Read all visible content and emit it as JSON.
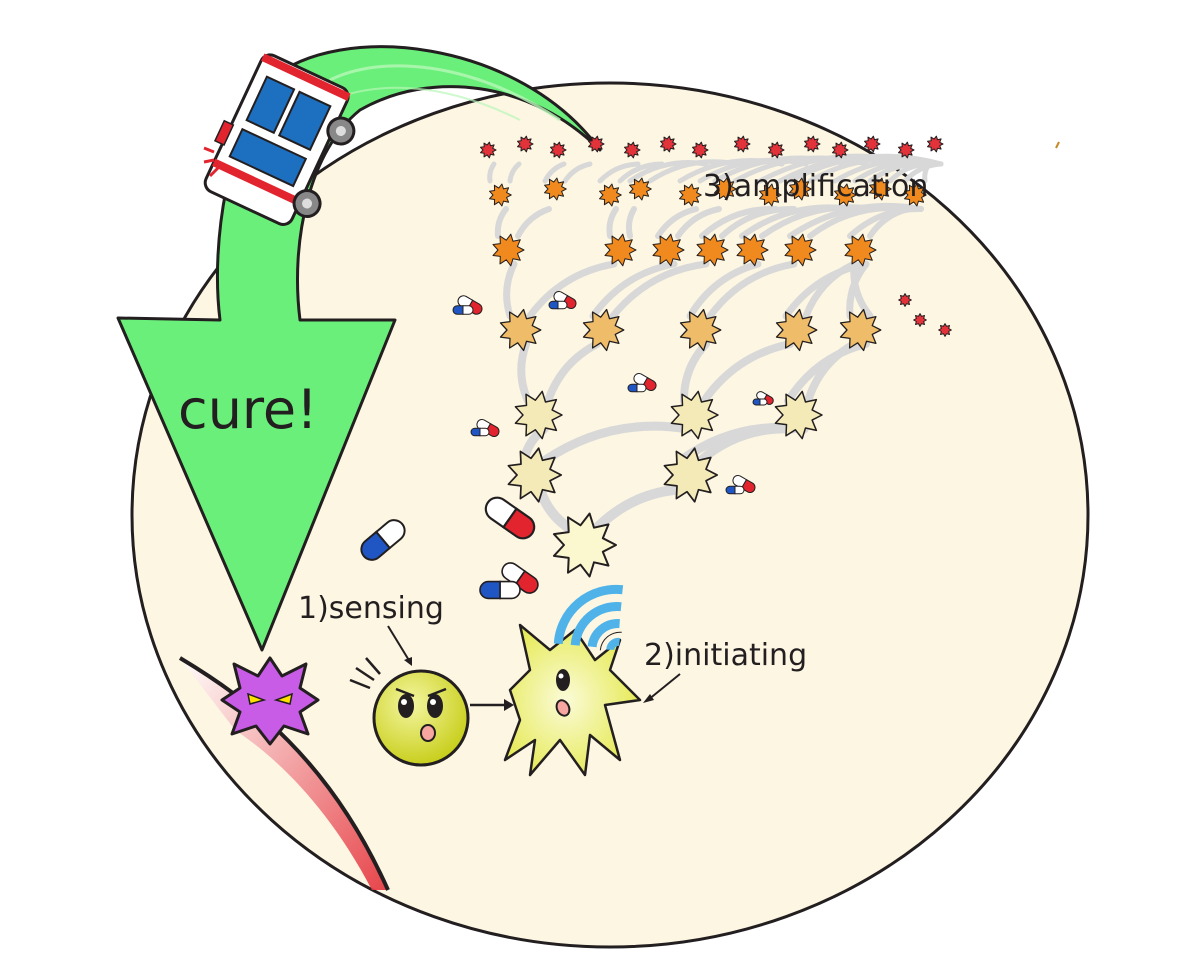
{
  "labels": {
    "cure": "cure!",
    "sensing": "1)sensing",
    "initiating": "2)initiating",
    "amplification": "3)amplification"
  },
  "colors": {
    "cell_fill": "#fcf6e2",
    "arrow_green": "#6af07a",
    "pathogen_purple": "#c95ce6",
    "sensor_yellow": "#d9dd2a",
    "wifi_blue": "#4fb3ea",
    "capsule_red": "#e2242f",
    "capsule_blue": "#1f56c4",
    "ambulance_red": "#e2242f",
    "ambulance_blue": "#1d6fc0",
    "cell_light": "#f4eab8",
    "cell_mid": "#efbd6a",
    "cell_orange": "#f08a1e",
    "cell_red": "#e2323a"
  },
  "icons": [
    "ambulance-icon",
    "capsule-icon",
    "pathogen-icon",
    "sensor-cell-icon",
    "signal-icon",
    "immune-cell-icon"
  ]
}
